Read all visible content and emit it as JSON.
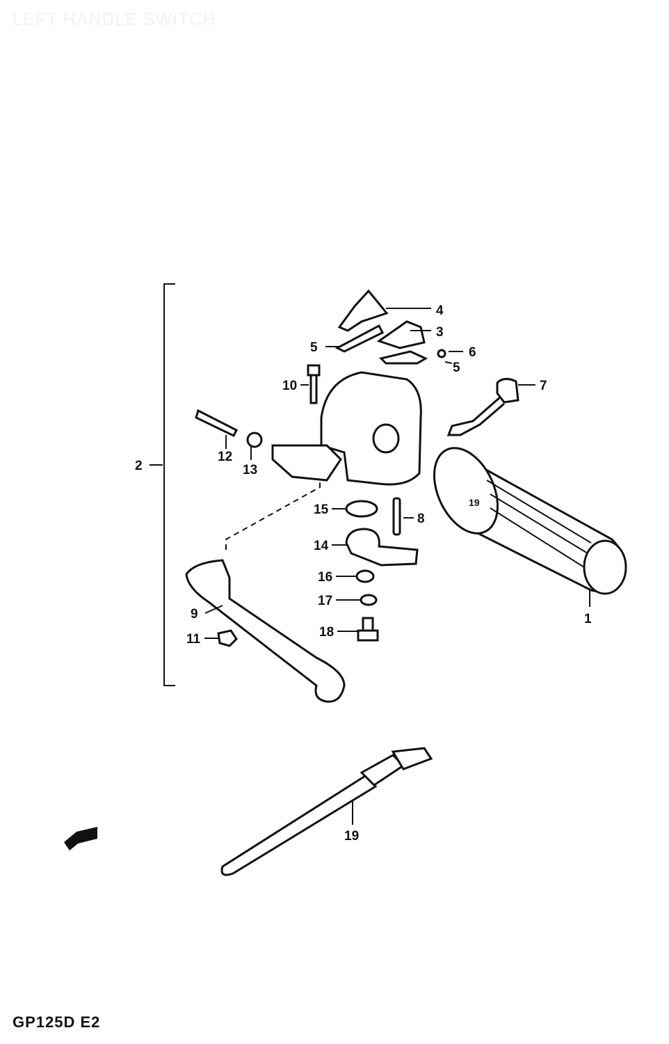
{
  "title": "LEFT HANDLE SWITCH",
  "footer": "GP125D E2",
  "callouts": {
    "c1": "1",
    "c2": "2",
    "c3": "3",
    "c4": "4",
    "c5a": "5",
    "c5b": "5",
    "c6": "6",
    "c7": "7",
    "c8": "8",
    "c9": "9",
    "c10": "10",
    "c11": "11",
    "c12": "12",
    "c13": "13",
    "c14": "14",
    "c15": "15",
    "c16": "16",
    "c17": "17",
    "c18": "18",
    "c19a": "19",
    "c19b": "19"
  }
}
